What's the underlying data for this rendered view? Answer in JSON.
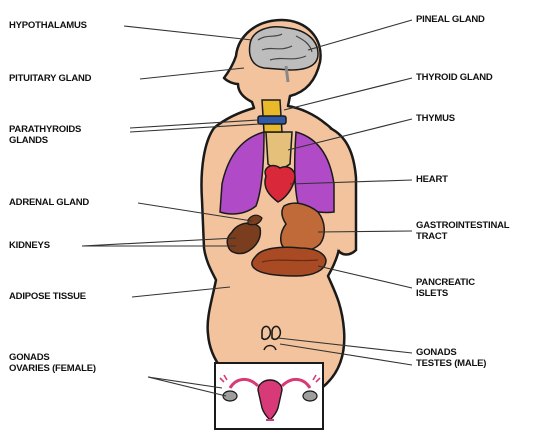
{
  "labels": {
    "hypothalamus": "HYPOTHALAMUS",
    "pituitary": "PITUITARY GLAND",
    "parathyroids": "PARATHYROIDS\nGLANDS",
    "adrenal": "ADRENAL GLAND",
    "kidneys": "KIDNEYS",
    "adipose": "ADIPOSE TISSUE",
    "gonads_female": "GONADS\nOVARIES (FEMALE)",
    "pineal": "PINEAL GLAND",
    "thyroid": "THYROID GLAND",
    "thymus": "THYMUS",
    "heart": "HEART",
    "gastro": "GASTROINTESTINAL\nTRACT",
    "pancreatic": "PANCREATIC\nISLETS",
    "gonads_male": "GONADS\nTESTES (MALE)"
  },
  "colors": {
    "skin": "#f2c39c",
    "outline": "#1a1a1a",
    "brain": "#bdbdbd",
    "thyroid": "#e8b92a",
    "parathyroid": "#2f5aa8",
    "thymus": "#e4c07a",
    "lungs": "#b04ac7",
    "heart": "#d8283a",
    "stomach": "#c06a3a",
    "intestine": "#a84a24",
    "kidney": "#7a3d1e",
    "uterus": "#d83a78",
    "leader": "#333333"
  }
}
